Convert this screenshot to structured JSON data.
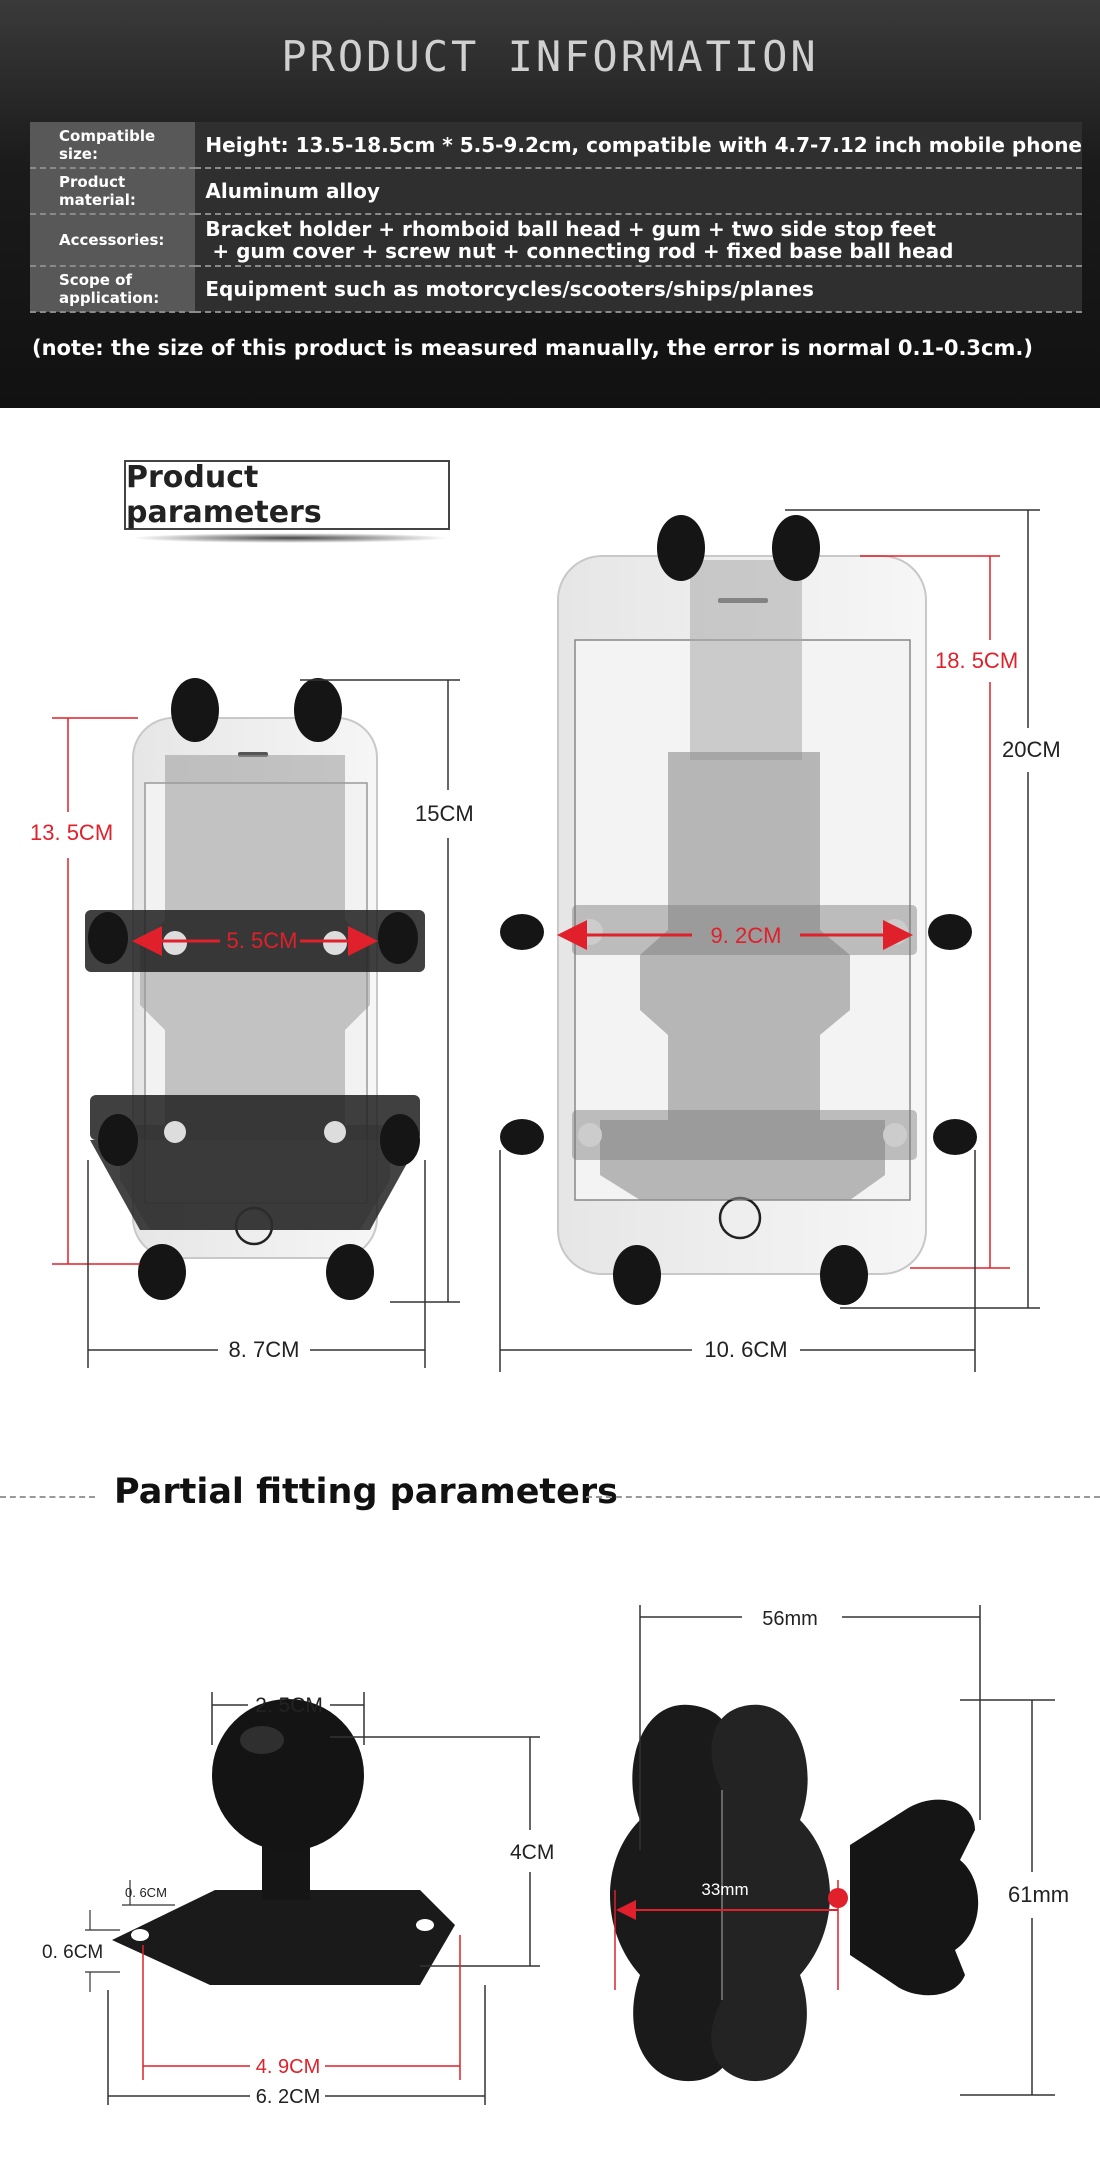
{
  "header": {
    "title": "PRODUCT  INFORMATION",
    "specs": [
      {
        "label": "Compatible size:",
        "value": [
          "Height: 13.5-18.5cm * 5.5-9.2cm, compatible with 4.7-7.12 inch mobile phone"
        ]
      },
      {
        "label": "Product material:",
        "value": [
          "Aluminum alloy"
        ]
      },
      {
        "label": "Accessories:",
        "value": [
          "Bracket holder + rhomboid ball head + gum + two side stop feet",
          " + gum cover + screw nut + connecting rod + fixed base ball head"
        ]
      },
      {
        "label": "Scope of application:",
        "value": [
          "Equipment such as motorcycles/scooters/ships/planes"
        ]
      }
    ],
    "note": "(note: the size of this product is measured manually, the error is normal 0.1-0.3cm.)"
  },
  "product_parameters": {
    "title": "Product parameters",
    "small_holder": {
      "height": "13. 5CM",
      "width": "5. 5CM",
      "total_height": "15CM",
      "base_width": "8. 7CM"
    },
    "large_holder": {
      "height": "18. 5CM",
      "width": "9. 2CM",
      "total_height": "20CM",
      "base_width": "10. 6CM"
    }
  },
  "partial_fitting": {
    "title": "Partial fitting parameters",
    "ball_base": {
      "ball_diameter": "2. 5CM",
      "height": "4CM",
      "plate_thickness": "0. 6CM",
      "hole_size": "0. 6CM",
      "hole_spacing": "4. 9CM",
      "plate_length": "6. 2CM"
    },
    "arm": {
      "width": "56mm",
      "inner": "33mm",
      "height": "61mm"
    }
  },
  "colors": {
    "accent_red": "#e0202a",
    "dark_gray": "#2f2f2f",
    "mid_gray": "#585858"
  }
}
